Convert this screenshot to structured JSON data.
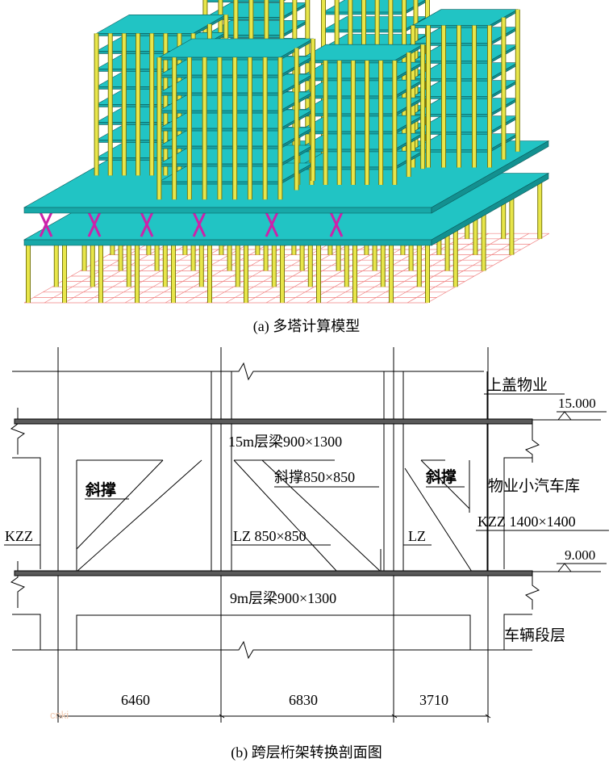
{
  "caption_a": "(a) 多塔计算模型",
  "caption_b": "(b) 跨层桁架转换剖面图",
  "watermark": "cnki",
  "section": {
    "label_top_property": "上盖物业",
    "elev_top": "15.000",
    "beam_15m": "15m层梁900×1300",
    "brace_1": "斜撑",
    "brace_2": "斜撑850×850",
    "brace_3": "斜撑",
    "label_garage": "物业小汽车库",
    "label_kzz_left": "KZZ",
    "label_lz_1": "LZ 850×850",
    "label_lz_2": "LZ",
    "label_kzz_right": "KZZ 1400×1400",
    "elev_mid": "9.000",
    "beam_9m": "9m层梁900×1300",
    "label_vehicle": "车辆段层",
    "dims": [
      "6460",
      "6830",
      "3710"
    ]
  },
  "colors": {
    "column": "#e8e64a",
    "column_edge": "#7a7a10",
    "slab": "#21c4c4",
    "slab_edge": "#0a5a5a",
    "grid": "#f08080",
    "brace": "#cc22aa"
  }
}
